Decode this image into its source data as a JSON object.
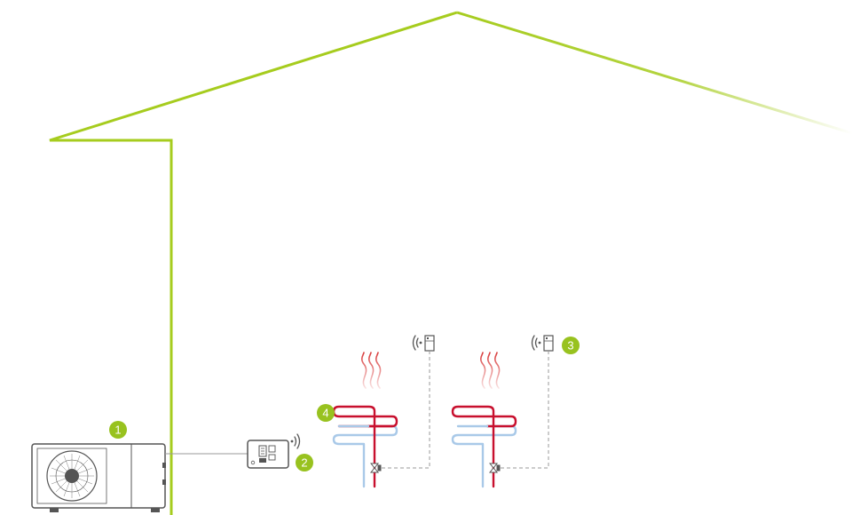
{
  "colors": {
    "house_outline": "#a6cc1e",
    "badge": "#98c21f",
    "badge_text": "#ffffff",
    "hot_pipe": "#c8102e",
    "cold_pipe": "#a9c9e8",
    "device_stroke": "#555555",
    "wire": "#9a9a9a",
    "heat_wave": "#d83a3a"
  },
  "badges": {
    "heat_pump": "1",
    "controller": "2",
    "room_thermostat": "3",
    "radiator": "4"
  },
  "icons": {
    "heat_pump": "heat-pump-outdoor-unit",
    "controller": "wireless-controller",
    "thermostat": "room-thermostat",
    "wireless_signal": "wireless-signal",
    "radiator": "radiator-coil",
    "valve": "thermostatic-valve",
    "heat": "heat-waves"
  }
}
